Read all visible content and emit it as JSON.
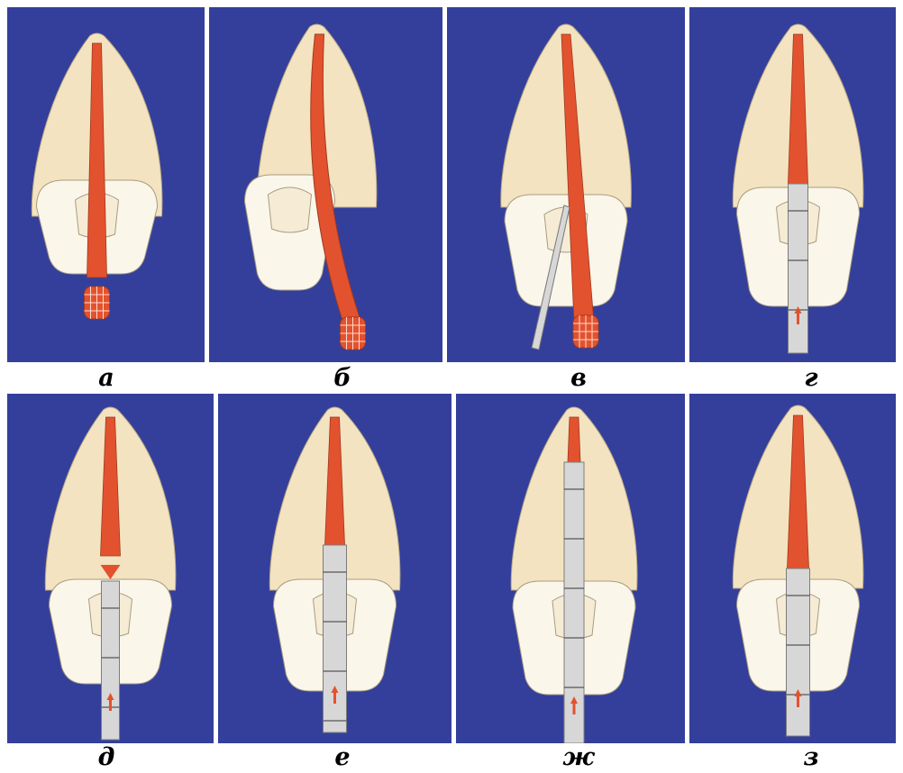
{
  "colors": {
    "background": "#343f9c",
    "enamel": "#f3e3c0",
    "gum": "#fbf6ea",
    "pulp": "#e3522e",
    "instrument": "#d7d7d7",
    "arrow": "#e3522e",
    "page": "#ffffff"
  },
  "panels": [
    {
      "id": "a",
      "label": "а",
      "scene": "pulp-extracted"
    },
    {
      "id": "b",
      "label": "б",
      "scene": "pulp-extracted-bent"
    },
    {
      "id": "v",
      "label": "в",
      "scene": "pulp-with-side-instrument"
    },
    {
      "id": "g",
      "label": "г",
      "scene": "instrument-advancing"
    },
    {
      "id": "d",
      "label": "д",
      "scene": "instrument-deep-pulp-remnant"
    },
    {
      "id": "e",
      "label": "е",
      "scene": "instrument-mid"
    },
    {
      "id": "zh",
      "label": "ж",
      "scene": "instrument-full-length"
    },
    {
      "id": "z",
      "label": "з",
      "scene": "instrument-short"
    }
  ]
}
